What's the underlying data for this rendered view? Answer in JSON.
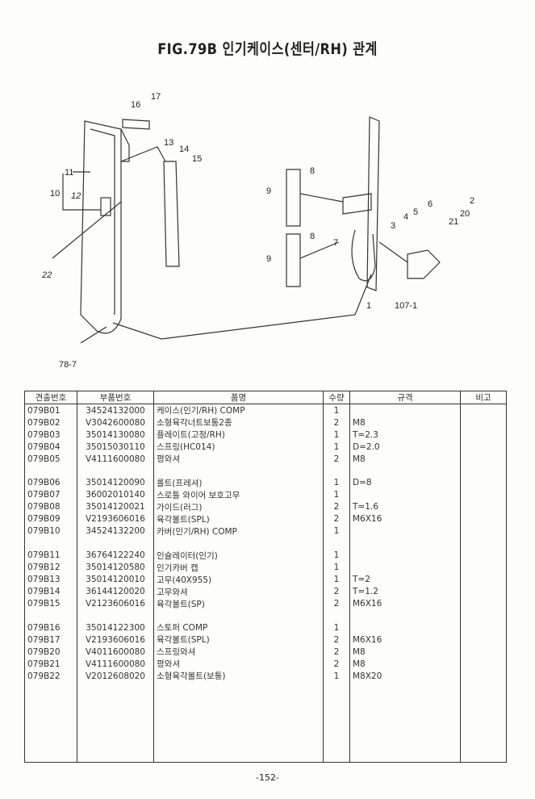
{
  "title": "FIG.79B 인기케이스(센터/RH) 관계",
  "diagram": {
    "callouts": [
      "16",
      "17",
      "13",
      "14",
      "15",
      "11",
      "10",
      "12",
      "22",
      "78-7",
      "9",
      "8",
      "9",
      "8",
      "7",
      "3",
      "4",
      "5",
      "6",
      "2",
      "20",
      "21",
      "1",
      "107-1"
    ]
  },
  "table": {
    "headers": [
      "견출번호",
      "부품번호",
      "품명",
      "수량",
      "규격",
      "비고"
    ],
    "groups": [
      [
        [
          "079B01",
          "34524132000",
          "케이스(인기/RH) COMP",
          "1",
          ""
        ],
        [
          "079B02",
          "V3042600080",
          "소형육각너트보통2종",
          "2",
          "M8"
        ],
        [
          "079B03",
          "35014130080",
          "플레이트(고정/RH)",
          "1",
          "T=2.3"
        ],
        [
          "079B04",
          "35015030110",
          "스프링(HC014)",
          "1",
          "D=2.0"
        ],
        [
          "079B05",
          "V4111600080",
          "평와셔",
          "2",
          "M8"
        ]
      ],
      [
        [
          "079B06",
          "35014120090",
          "롤트(프레셔)",
          "1",
          "D=8"
        ],
        [
          "079B07",
          "36002010140",
          "스로틀 와이어 보호고무",
          "1",
          ""
        ],
        [
          "079B08",
          "35014120021",
          "가이드(러그)",
          "2",
          "T=1.6"
        ],
        [
          "079B09",
          "V2193606016",
          "육각볼트(SPL)",
          "2",
          "M6X16"
        ],
        [
          "079B10",
          "34524132200",
          "카버(인기/RH) COMP",
          "1",
          ""
        ]
      ],
      [
        [
          "079B11",
          "36764122240",
          "인슐레이터(인기)",
          "1",
          ""
        ],
        [
          "079B12",
          "35014120580",
          "인기카버 캡",
          "1",
          ""
        ],
        [
          "079B13",
          "35014120010",
          "고무(40X955)",
          "1",
          "T=2"
        ],
        [
          "079B14",
          "36144120020",
          "고무와셔",
          "2",
          "T=1.2"
        ],
        [
          "079B15",
          "V2123606016",
          "육각볼트(SP)",
          "2",
          "M6X16"
        ]
      ],
      [
        [
          "079B16",
          "35014122300",
          "스토퍼 COMP",
          "1",
          ""
        ],
        [
          "079B17",
          "V2193606016",
          "육각볼트(SPL)",
          "2",
          "M6X16"
        ],
        [
          "079B20",
          "V4011600080",
          "스프링와셔",
          "2",
          "M8"
        ],
        [
          "079B21",
          "V4111600080",
          "평와셔",
          "2",
          "M8"
        ],
        [
          "079B22",
          "V2012608020",
          "소형육각볼트(보통)",
          "1",
          "M8X20"
        ]
      ]
    ]
  },
  "page_number": "-152-"
}
